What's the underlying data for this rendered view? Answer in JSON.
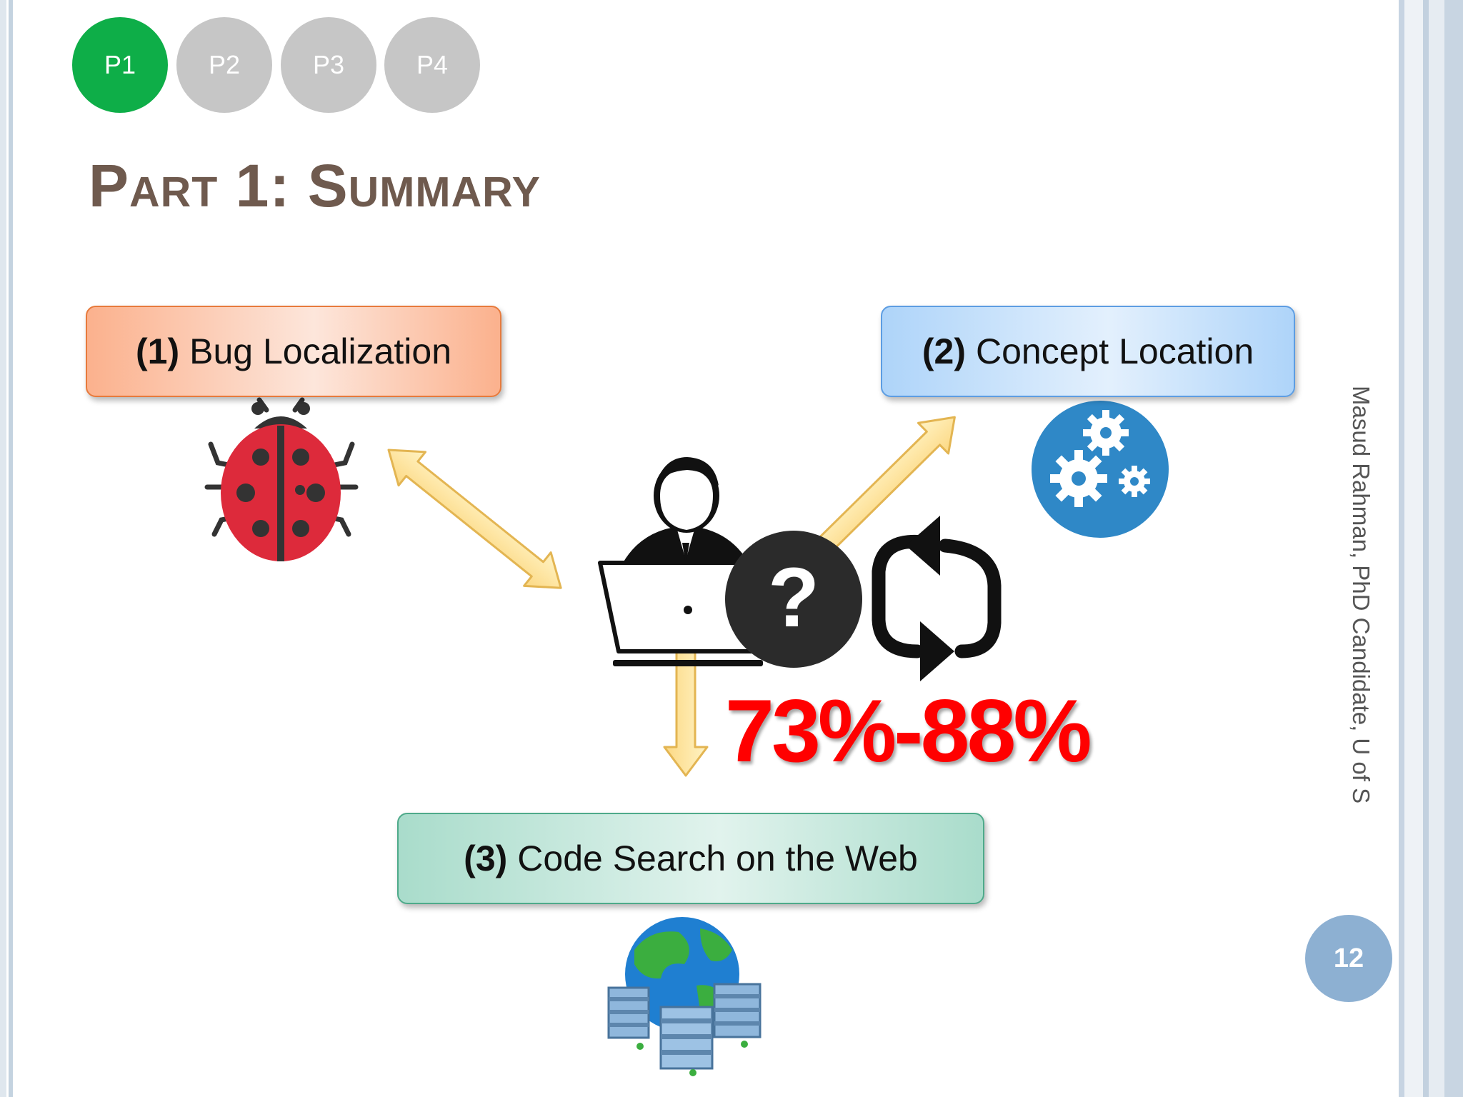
{
  "progress": {
    "steps": [
      {
        "label": "P1",
        "active": true
      },
      {
        "label": "P2",
        "active": false
      },
      {
        "label": "P3",
        "active": false
      },
      {
        "label": "P4",
        "active": false
      }
    ],
    "active_color": "#0eae48",
    "inactive_color": "#c6c6c6"
  },
  "title": "Part 1: Summary",
  "boxes": {
    "bug": {
      "number": "(1)",
      "label": "Bug Localization"
    },
    "concept": {
      "number": "(2)",
      "label": "Concept Location"
    },
    "code_search": {
      "number": "(3)",
      "label": "Code Search on the Web"
    }
  },
  "result_percent": "73%-88%",
  "author": "Masud Rahman, PhD Candidate, U of S",
  "page_number": "12",
  "icons": [
    "ladybug-icon",
    "gears-icon",
    "developer-laptop-icon",
    "question-icon",
    "refresh-icon",
    "globe-servers-icon"
  ],
  "colors": {
    "title": "#6f5a4e",
    "percent": "#ff0000",
    "arrow": "#fde38e",
    "page_badge": "#8db0d2"
  }
}
